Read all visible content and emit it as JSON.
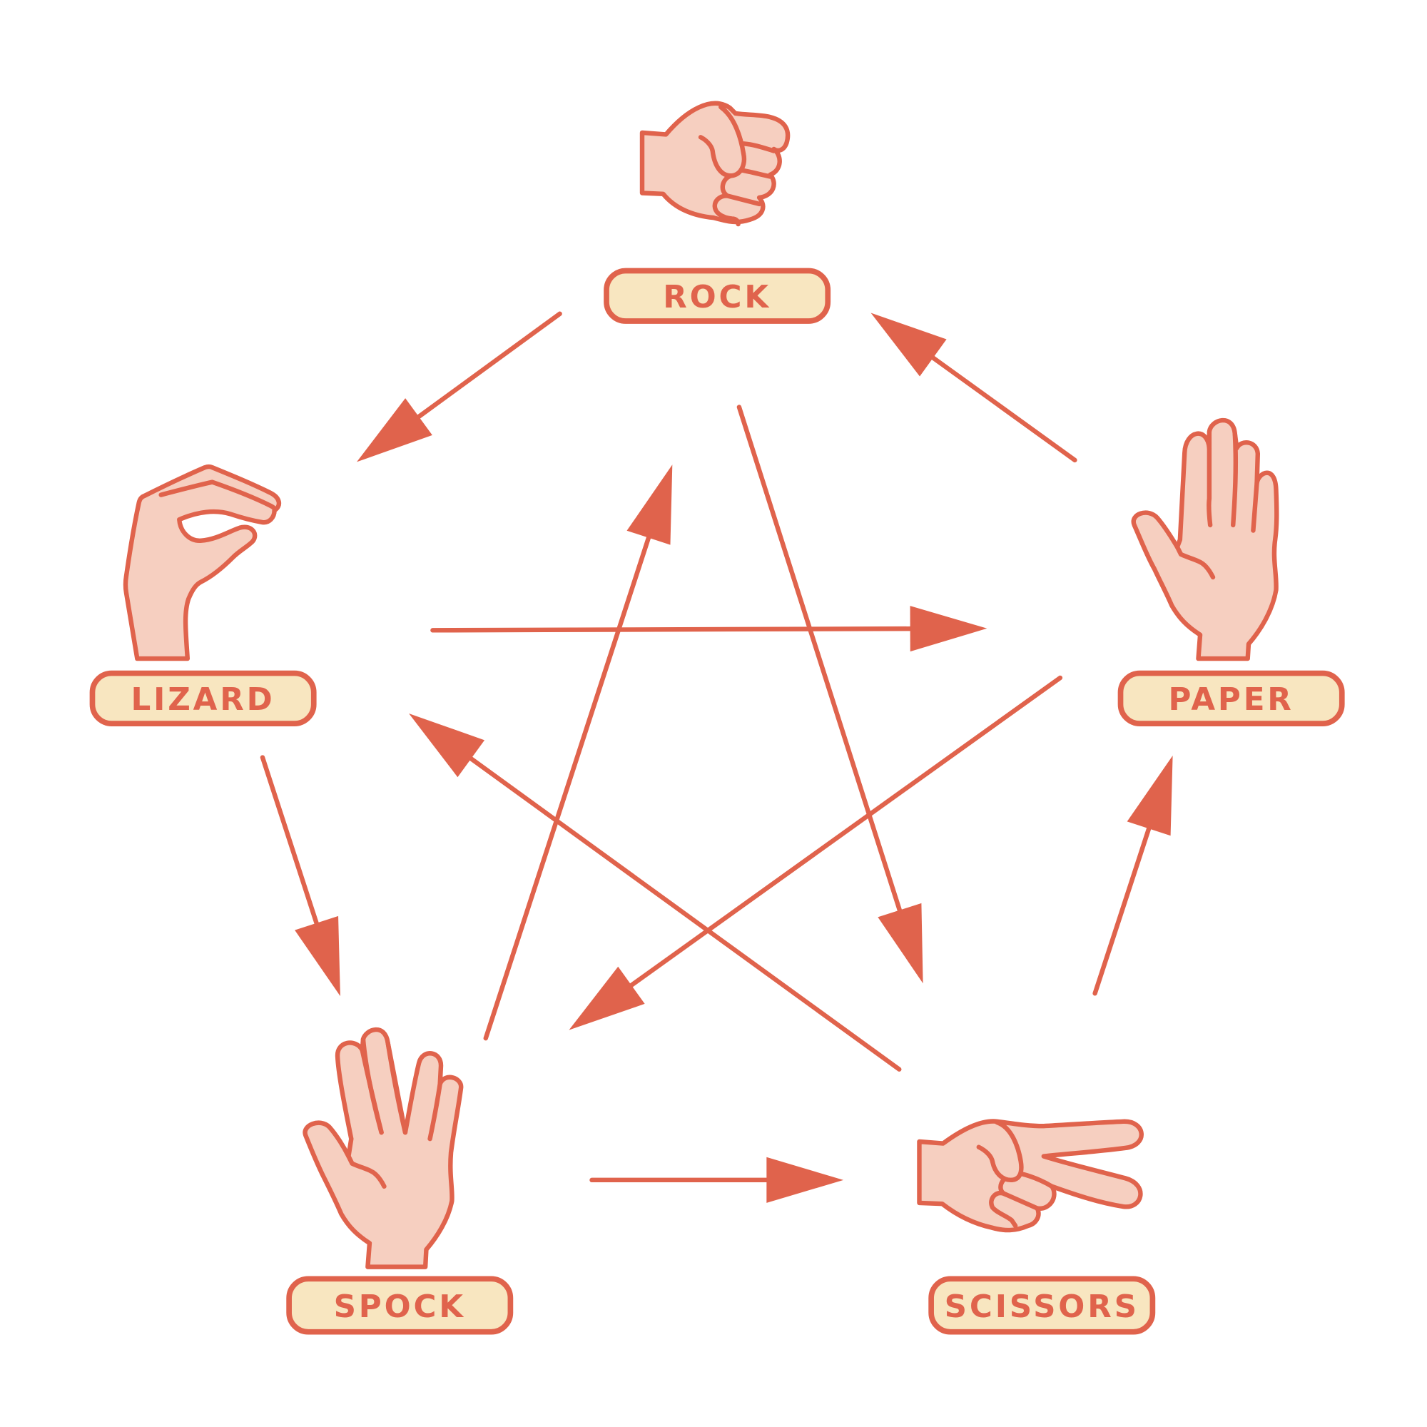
{
  "title": "Rock Paper Scissors Lizard Spock",
  "colors": {
    "accent": "#e0634c",
    "skin": "#f6cfc0",
    "label_fill": "#f8e6c0",
    "background": "#ffffff"
  },
  "nodes": [
    {
      "id": "rock",
      "label": "ROCK",
      "icon": "fist-hand-icon"
    },
    {
      "id": "paper",
      "label": "PAPER",
      "icon": "open-hand-icon"
    },
    {
      "id": "scissors",
      "label": "SCISSORS",
      "icon": "scissors-hand-icon"
    },
    {
      "id": "spock",
      "label": "SPOCK",
      "icon": "vulcan-salute-hand-icon"
    },
    {
      "id": "lizard",
      "label": "LIZARD",
      "icon": "lizard-hand-icon"
    }
  ],
  "edges": [
    {
      "from": "rock",
      "to": "lizard"
    },
    {
      "from": "paper",
      "to": "rock"
    },
    {
      "from": "rock",
      "to": "scissors"
    },
    {
      "from": "lizard",
      "to": "paper"
    },
    {
      "from": "spock",
      "to": "rock"
    },
    {
      "from": "paper",
      "to": "spock"
    },
    {
      "from": "scissors",
      "to": "lizard"
    },
    {
      "from": "lizard",
      "to": "spock"
    },
    {
      "from": "scissors",
      "to": "paper"
    },
    {
      "from": "spock",
      "to": "scissors"
    }
  ]
}
